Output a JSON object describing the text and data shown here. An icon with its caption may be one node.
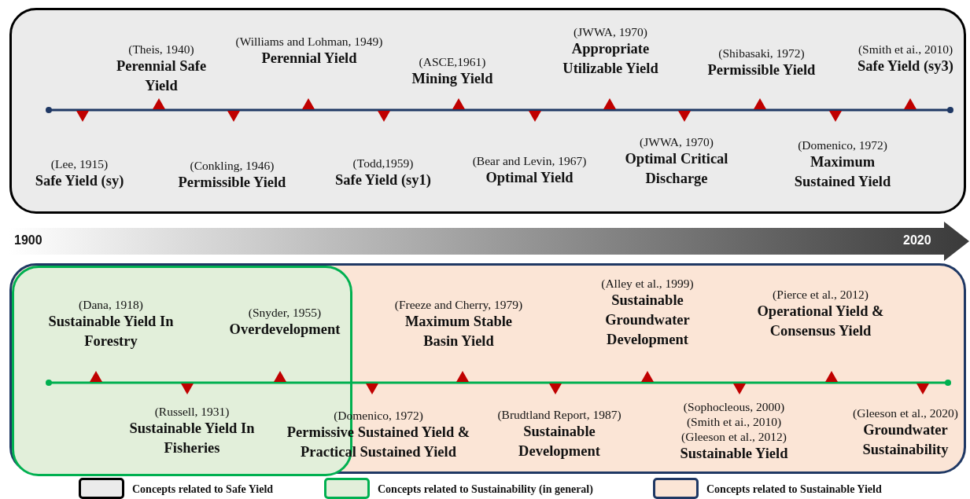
{
  "diagram": {
    "nodes": [
      {
        "text": [],
        "shape": "box"
      },
      {
        "text": [
          "(Lee, 1915)",
          "Safe Yield (sy)"
        ],
        "in": 0
      },
      {
        "text": [
          "(Theis, 1940)",
          "Perennial Safe Yield"
        ],
        "in": 0
      },
      {
        "text": [
          "(Conkling, 1946)",
          "Permissible Yield"
        ],
        "in": 0
      },
      {
        "text": [
          "(Williams and Lohman, 1949)",
          "Perennial Yield"
        ],
        "in": 0
      },
      {
        "text": [
          "(Todd,1959)",
          "Safe Yield (sy1)"
        ],
        "in": 0
      },
      {
        "text": [
          "(ASCE,1961)",
          "Mining Yield"
        ],
        "in": 0
      },
      {
        "text": [
          "(Bear and Levin, 1967)",
          "Optimal Yield"
        ],
        "in": 0
      },
      {
        "text": [
          "(JWWA, 1970)",
          "Appropriate Utilizable Yield"
        ],
        "in": 0
      },
      {
        "text": [
          "(JWWA, 1970)",
          "Optimal Critical Discharge"
        ],
        "in": 0
      },
      {
        "text": [
          "(Shibasaki, 1972)",
          "Permissible Yield"
        ],
        "in": 0
      },
      {
        "text": [
          "(Domenico, 1972)",
          "Maximum Sustained Yield"
        ],
        "in": 0
      },
      {
        "text": [
          "(Smith et ai., 2010)",
          "Safe Yield (sy3)"
        ],
        "in": 0
      },
      {
        "text": [],
        "shape": "box"
      },
      {
        "text": [],
        "shape": "box",
        "in": 13
      },
      {
        "text": [
          "(Dana, 1918)",
          "Sustainable Yield In Forestry"
        ],
        "in": 14
      },
      {
        "text": [
          "(Russell, 1931)",
          "Sustainable Yield In Fisheries"
        ],
        "in": 14
      },
      {
        "text": [
          "(Snyder, 1955)",
          "Overdevelopment"
        ],
        "in": 14
      },
      {
        "text": [
          "(Domenico, 1972)",
          "Permissive Sustained Yield & Practical Sustained Yield"
        ],
        "in": 13
      },
      {
        "text": [
          "(Freeze and Cherry, 1979)",
          "Maximum Stable Basin Yield"
        ],
        "in": 13
      },
      {
        "text": [
          "(Brudtland Report, 1987)",
          "Sustainable Development"
        ],
        "in": 13
      },
      {
        "text": [
          "(Alley et al., 1999)",
          "Sustainable Groundwater Development"
        ],
        "in": 13
      },
      {
        "text": [
          "(Sophocleous, 2000)",
          "(Smith et ai., 2010)",
          "(Gleeson et al., 2012)",
          "Sustainable Yield"
        ],
        "in": 13
      },
      {
        "text": [
          "(Pierce et al., 2012)",
          "Operational Yield & Consensus Yield"
        ],
        "in": 13
      },
      {
        "text": [
          "(Gleeson et al., 2020)",
          "Groundwater Sustainability"
        ],
        "in": 13
      }
    ],
    "labels": [
      "1900",
      "2020"
    ],
    "legend": [
      {
        "text": "Concepts related to Safe Yield",
        "color": "#ebebeb"
      },
      {
        "text": "Concepts related to Sustainability (in general)",
        "color": "#e2efda"
      },
      {
        "text": "Concepts related to Sustainable Yield",
        "color": "#fbe5d6"
      }
    ]
  }
}
